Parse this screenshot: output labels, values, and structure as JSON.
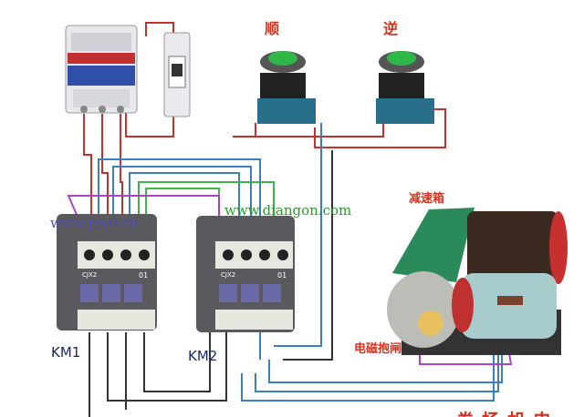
{
  "labels": {
    "forward": "顺",
    "reverse": "逆",
    "km1": "KM1",
    "km2": "KM2",
    "gearbox": "减速箱",
    "brake": "电磁抱闸",
    "motor_title": "卷扬机电"
  },
  "watermarks": {
    "left": "www.pw0.cn",
    "right": "www.diangon.com"
  },
  "contactor_marks": {
    "km1_model": "CJX2",
    "km1_no": "01",
    "km2_model": "CJX2",
    "km2_no": "01"
  },
  "colors": {
    "wire_red": "#c8302a",
    "wire_blue": "#3a7ec8",
    "wire_green": "#3cb44a",
    "wire_purple": "#b040c8",
    "wire_black": "#333333",
    "label_red": "#d8321e"
  }
}
